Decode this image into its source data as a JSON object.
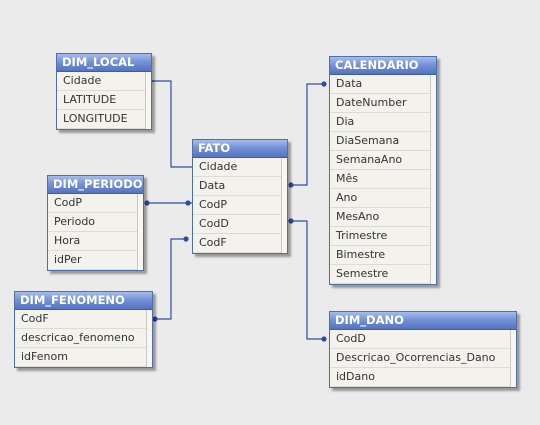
{
  "tables": {
    "dim_local": {
      "title": "DIM_LOCAL",
      "fields": [
        "Cidade",
        "LATITUDE",
        "LONGITUDE"
      ]
    },
    "dim_periodo": {
      "title": "DIM_PERIODO",
      "fields": [
        "CodP",
        "Periodo",
        "Hora",
        "idPer"
      ]
    },
    "dim_fenomeno": {
      "title": "DIM_FENOMENO",
      "fields": [
        "CodF",
        "descricao_fenomeno",
        "idFenom"
      ]
    },
    "fato": {
      "title": "FATO",
      "fields": [
        "Cidade",
        "Data",
        "CodP",
        "CodD",
        "CodF"
      ]
    },
    "calendario": {
      "title": "CALENDARIO",
      "fields": [
        "Data",
        "DateNumber",
        "Dia",
        "DiaSemana",
        "SemanaAno",
        "Mês",
        "Ano",
        "MesAno",
        "Trimestre",
        "Bimestre",
        "Semestre"
      ]
    },
    "dim_dano": {
      "title": "DIM_DANO",
      "fields": [
        "CodD",
        "Descricao_Ocorrencias_Dano",
        "idDano"
      ]
    }
  },
  "colors": {
    "link": "#2e4f9a",
    "header": "#7493d8",
    "body": "#f3f2ec"
  }
}
